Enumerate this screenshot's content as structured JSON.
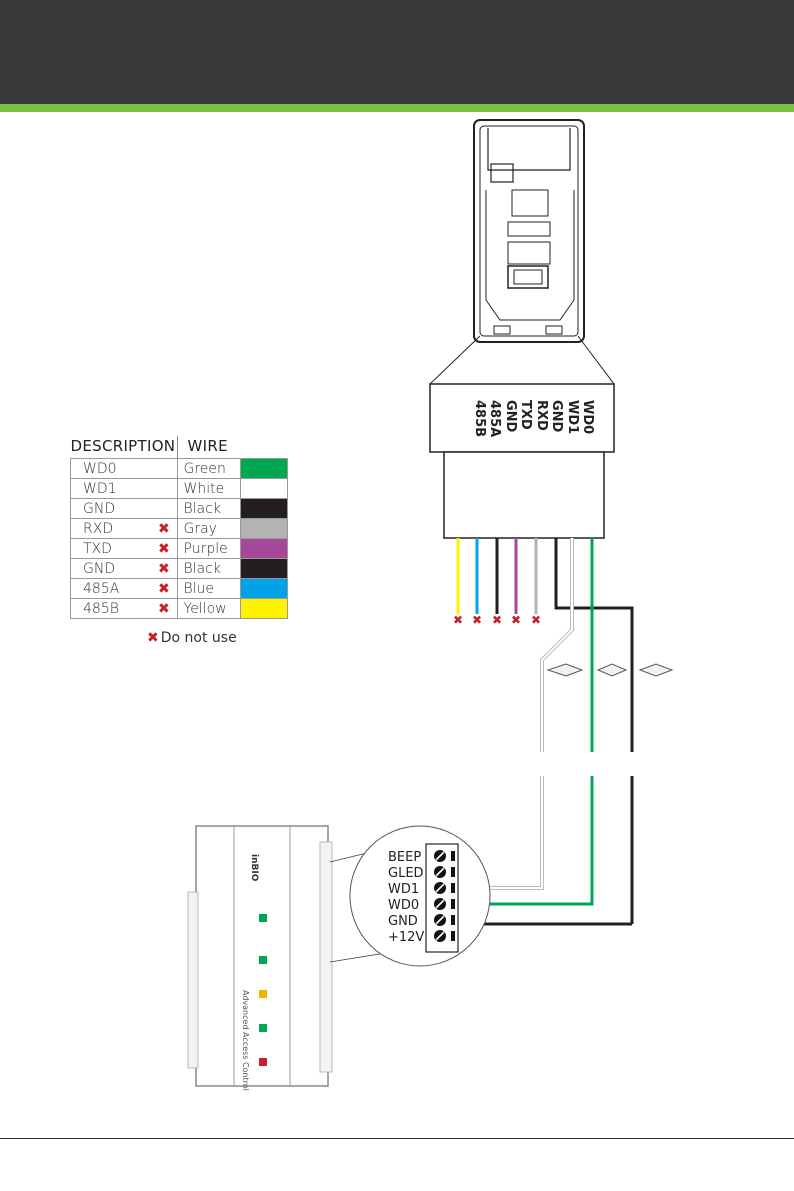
{
  "wire_table": {
    "header_description": "DESCRIPTION",
    "header_wire": "WIRE",
    "rows": [
      {
        "description": "WD0",
        "do_not_use": false,
        "wire": "Green",
        "color": "#00a651"
      },
      {
        "description": "WD1",
        "do_not_use": false,
        "wire": "White",
        "color": "#ffffff"
      },
      {
        "description": "GND",
        "do_not_use": false,
        "wire": "Black",
        "color": "#231f20"
      },
      {
        "description": "RXD",
        "do_not_use": true,
        "wire": "Gray",
        "color": "#b3b3b3"
      },
      {
        "description": "TXD",
        "do_not_use": true,
        "wire": "Purple",
        "color": "#a7479a"
      },
      {
        "description": "GND",
        "do_not_use": true,
        "wire": "Black",
        "color": "#231f20"
      },
      {
        "description": "485A",
        "do_not_use": true,
        "wire": "Blue",
        "color": "#00a3e8"
      },
      {
        "description": "485B",
        "do_not_use": true,
        "wire": "Yellow",
        "color": "#fff200"
      }
    ],
    "mark_symbol": "✖"
  },
  "note": {
    "symbol": "✖",
    "text": "Do not use"
  },
  "reader_pins": [
    "WD0",
    "WD1",
    "GND",
    "RXD",
    "TXD",
    "GND",
    "485A",
    "485B"
  ],
  "controller_terminals": [
    "BEEP",
    "GLED",
    "WD1",
    "WD0",
    "GND",
    "+12V"
  ],
  "controller_label": "Advanced Access Control",
  "controller_logo": "inBIO",
  "colors": {
    "header": "#3a3a3a",
    "accent": "#7ac143",
    "do_not_use": "#c8202a",
    "green_wire": "#00a651",
    "black_wire": "#231f20"
  }
}
